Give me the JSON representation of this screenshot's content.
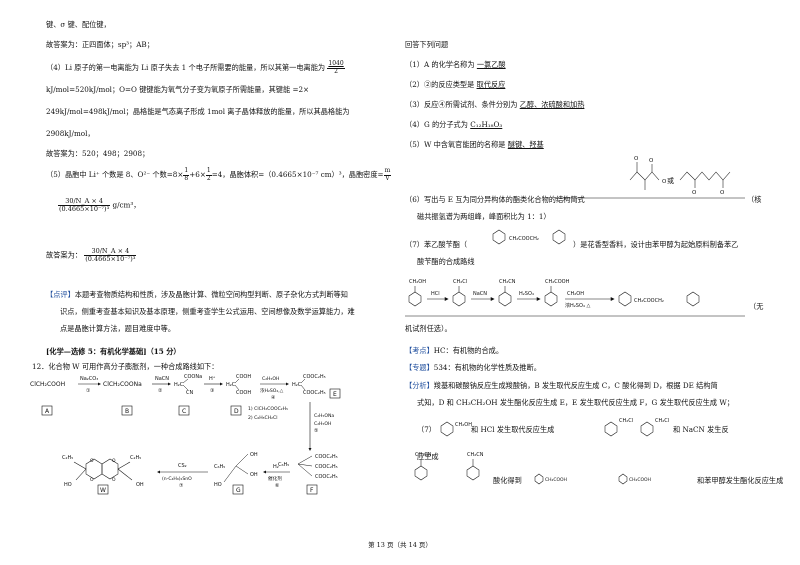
{
  "left": {
    "l1": "键、σ 键、配位键，",
    "l2": "故答案为：正四面体；sp³；AB；",
    "l3a": "（4）Li 原子的第一电离能为 Li 原子失去 1 个电子所需要的能量，所以其第一电离能为",
    "l3_num": "1040",
    "l3_den": "2",
    "l4": "kJ/mol=520kJ/mol；O=O 键键能为氧气分子变为氧原子所需能量，其键能 =2×",
    "l5": "249kJ/mol=498kJ/mol；晶格能是气态离子形成 1mol 离子晶体释放的能量，所以其晶格能为",
    "l6": "2908kJ/mol，",
    "l7": "故答案为：520；498；2908；",
    "l8a": "（5）晶胞中 Li⁺ 个数是 8、O²⁻ 个数=8×",
    "l8b": "+6×",
    "l8c": "=4，晶胞体积=（0.4665×10⁻⁷ cm）³，晶胞密度=",
    "f1n": "1",
    "f1d": "8",
    "f2n": "1",
    "f2d": "2",
    "f3n": "m",
    "f3d": "V",
    "dens_num": "30/N_A × 4",
    "dens_den": "(0.4665×10⁻⁷)³",
    "dens_unit": "g/cm³，",
    "ans_prefix": "故答案为：",
    "dianping_tag": "【点评】",
    "dianping_text1": "本题考查物质结构和性质，涉及晶胞计算、微粒空间构型判断、原子杂化方式判断等知",
    "dianping_text2": "识点，侧重考查基本知识及基本原理，侧重考查学生公式运用、空间想像及数学运算能力，难",
    "dianping_text3": "点是晶胞计算方法，题目难度中等。",
    "section_title": "[化学—选修 5：有机化学基础]（15 分）",
    "q12": "12．化合物 W 可用作高分子膨胀剂，一种合成路线如下："
  },
  "scheme": {
    "A": "ClCH₂COOH",
    "B": "ClCH₂COONa",
    "r1": "Na₂CO₃",
    "r2": "NaCN",
    "r3": "H⁺",
    "r4a": "C₂H₅OH",
    "r4b": "浓H₂SO₄,△",
    "r5a": "1) ClCH₂COOC₂H₅",
    "r5b": "2) C₆H₅CH₂Cl",
    "r5c": "C₂H₅ONa",
    "r5d": "C₂H₅OH",
    "r6a": "H₂",
    "r6b": "催化剂",
    "r7a": "CS₂",
    "r7b": "(n-C₄H₉)₂SnO",
    "C_label": "C",
    "D_label": "D",
    "E_label": "E",
    "F_label": "F",
    "G_label": "G",
    "W_label": "W",
    "A_label": "A",
    "B_label": "B",
    "n1": "①",
    "n2": "②",
    "n3": "③",
    "n4": "④",
    "n5": "⑤",
    "n6": "⑥",
    "n7": "⑦",
    "grp_coona": "COONa",
    "grp_cooh": "COOH",
    "grp_cn": "CN",
    "grp_cooc2h5": "COOC₂H₅",
    "grp_h2c": "H₂C",
    "grp_c2h5": "C₂H₅",
    "grp_c6h5": "C₆H₅",
    "grp_ho": "HO",
    "grp_oh": "OH"
  },
  "right": {
    "intro": "回答下列问题",
    "q1a": "（1）A 的化学名称为",
    "q1ans": "一氯乙酸",
    "q2a": "（2）②的反应类型是",
    "q2ans": "取代反应",
    "q3a": "（3）反应④所需试剂、条件分别为",
    "q3ans": "乙醇、浓硫酸和加热",
    "q4a": "（4）G 的分子式为",
    "q4ans": "C₁₂H₁₈O₃",
    "q5a": "（5）W 中含氧官能团的名称是",
    "q5ans": "醚键、羟基",
    "or": "或",
    "q6a": "（6）写出与 E 互为同分异构体的酯类化合物的结构简式",
    "q6b": "（核",
    "q6c": "磁共振氢谱为两组峰，峰面积比为 1：1）",
    "q7a": "（7）苯乙酸苄酯（",
    "q7b": "）是花香型香料，设计由苯甲醇为起始原料制备苯乙",
    "q7c": "酸苄酯的合成路线",
    "q7_end": "（无",
    "q7_end2": "机试剂任选）。",
    "ester_label": "CH₂COOCH₂",
    "r_hcl": "HCl",
    "r_nacn": "NaCN",
    "r_h2so4": "H₂SO₄",
    "r_bnoh": "CH₂OH",
    "r_cond": "浓H₂SO₄ △",
    "g_ch2oh": "CH₂OH",
    "g_ch2cl": "CH₂Cl",
    "g_ch2cn": "CH₂CN",
    "g_ch2cooh": "CH₂COOH",
    "kaodian_tag": "【考点】",
    "kaodian": "HC：有机物的合成。",
    "zhuanti_tag": "【专题】",
    "zhuanti": "534：有机物的化学性质及推断。",
    "fenxi_tag": "【分析】",
    "fx1": "羧基和碳酸钠反应生成羧酸钠，B 发生取代反应生成 C，C 酸化得到 D，根据 DE 结构简",
    "fx2": "式知，D 和 CH₃CH₂OH 发生酯化反应生成 E，E 发生取代反应生成 F，G 发生取代反应生成 W；",
    "fx3a": "（7）",
    "fx3b": "和 HCl 发生取代反应生成",
    "fx3c": "，",
    "fx3d": "和 NaCN 发生反",
    "fx4a": "应生成",
    "fx4b": "，",
    "fx5a": "酸化得到",
    "fx5b": "，",
    "fx5c": "和苯甲醇发生酯化反应生成"
  },
  "footer": "第 13 页（共 14 页）"
}
